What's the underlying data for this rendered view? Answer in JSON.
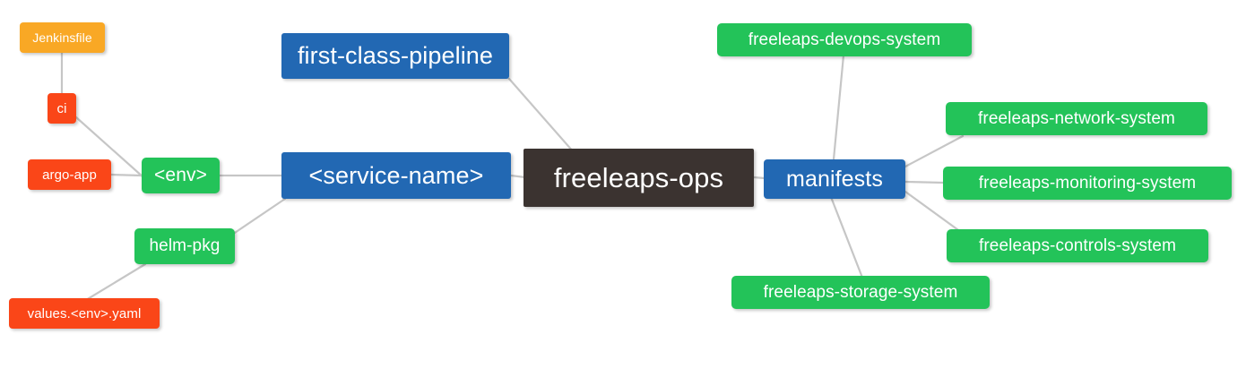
{
  "diagram": {
    "type": "mindmap",
    "title": "freeleaps-ops",
    "background": "#ffffff",
    "edge_color": "#c6c6c6",
    "palette": {
      "root_dark": "#3b3330",
      "blue": "#2268b3",
      "green": "#23c359",
      "red": "#fa4618",
      "amber": "#f9a825",
      "text": "#ffffff"
    }
  },
  "nodes": {
    "root": {
      "label": "freeleaps-ops",
      "color": "#3b3330"
    },
    "first_class_pipeline": {
      "label": "first-class-pipeline",
      "color": "#2268b3"
    },
    "service_name": {
      "label": "<service-name>",
      "color": "#2268b3"
    },
    "env": {
      "label": "<env>",
      "color": "#23c359"
    },
    "ci": {
      "label": "ci",
      "color": "#fa4618"
    },
    "jenkinsfile": {
      "label": "Jenkinsfile",
      "color": "#f9a825"
    },
    "argo_app": {
      "label": "argo-app",
      "color": "#fa4618"
    },
    "helm_pkg": {
      "label": "helm-pkg",
      "color": "#23c359"
    },
    "values_yaml": {
      "label": "values.<env>.yaml",
      "color": "#fa4618"
    },
    "manifests": {
      "label": "manifests",
      "color": "#2268b3"
    },
    "devops_system": {
      "label": "freeleaps-devops-system",
      "color": "#23c359"
    },
    "network_system": {
      "label": "freeleaps-network-system",
      "color": "#23c359"
    },
    "monitoring_system": {
      "label": "freeleaps-monitoring-system",
      "color": "#23c359"
    },
    "controls_system": {
      "label": "freeleaps-controls-system",
      "color": "#23c359"
    },
    "storage_system": {
      "label": "freeleaps-storage-system",
      "color": "#23c359"
    }
  },
  "edges": [
    {
      "from": "first-class-pipeline",
      "to": "freeleaps-ops"
    },
    {
      "from": "freeleaps-ops",
      "to": "<service-name>"
    },
    {
      "from": "<service-name>",
      "to": "<env>"
    },
    {
      "from": "<service-name>",
      "to": "helm-pkg"
    },
    {
      "from": "<env>",
      "to": "ci"
    },
    {
      "from": "<env>",
      "to": "argo-app"
    },
    {
      "from": "ci",
      "to": "Jenkinsfile"
    },
    {
      "from": "helm-pkg",
      "to": "values.<env>.yaml"
    },
    {
      "from": "freeleaps-ops",
      "to": "manifests"
    },
    {
      "from": "manifests",
      "to": "freeleaps-devops-system"
    },
    {
      "from": "manifests",
      "to": "freeleaps-network-system"
    },
    {
      "from": "manifests",
      "to": "freeleaps-monitoring-system"
    },
    {
      "from": "manifests",
      "to": "freeleaps-controls-system"
    },
    {
      "from": "manifests",
      "to": "freeleaps-storage-system"
    }
  ]
}
